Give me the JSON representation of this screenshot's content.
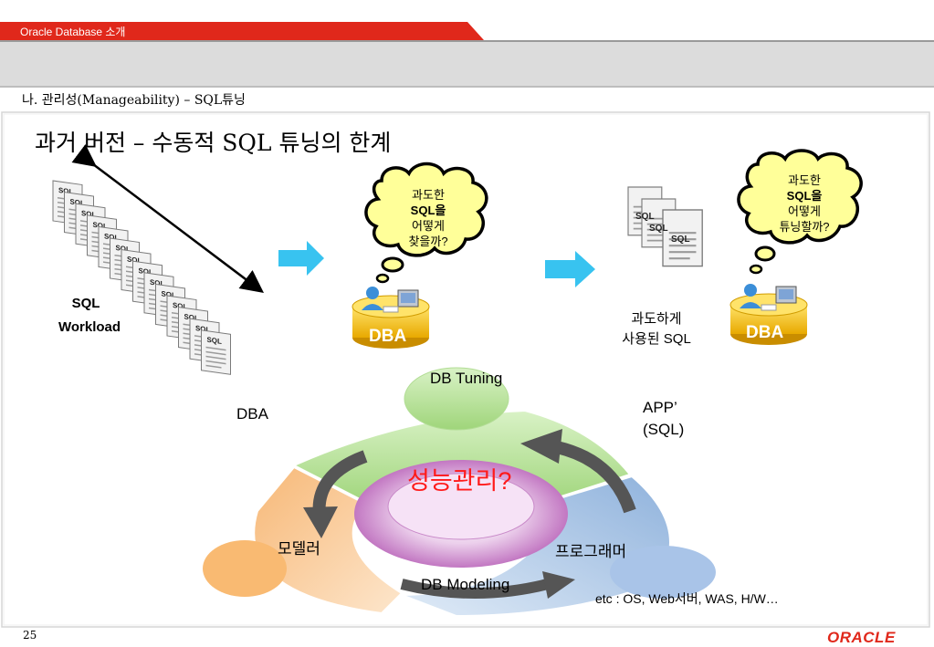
{
  "header": {
    "tab_label": "Oracle Database 소개"
  },
  "subtitle": "나.  관리성(Manageability) – SQL튜닝",
  "title": "과거 버전 – 수동적 SQL 튜닝의 한계",
  "workload": {
    "doc_label": "SQL",
    "label_line1": "SQL",
    "label_line2": "Workload"
  },
  "dba_badge_label": "DBA",
  "bubble1": {
    "line1": "과도한",
    "line2": "SQL을",
    "line3": "어떻게",
    "line4": "찾을까?"
  },
  "bubble2": {
    "line1": "과도한",
    "line2": "SQL을",
    "line3": "어떻게",
    "line4": "튜닝할까?"
  },
  "heavy_sql": {
    "line1": "과도하게",
    "line2": "사용된 SQL"
  },
  "cycle": {
    "db_tuning": "DB Tuning",
    "dba": "DBA",
    "app_line1": "APP’",
    "app_line2": "(SQL)",
    "center": "성능관리?",
    "modeler": "모델러",
    "programmer": "프로그래머",
    "db_modeling": "DB Modeling",
    "etc": "etc : OS, Web서버, WAS, H/W…"
  },
  "footer": {
    "page_number": "25",
    "logo": "ORACLE"
  },
  "colors": {
    "brand_red": "#e0281b",
    "arrow_blue": "#38c3f0",
    "bubble_yellow": "#ffff99",
    "dba_gold": "#f2c500",
    "center_text": "#ff1a1a"
  }
}
